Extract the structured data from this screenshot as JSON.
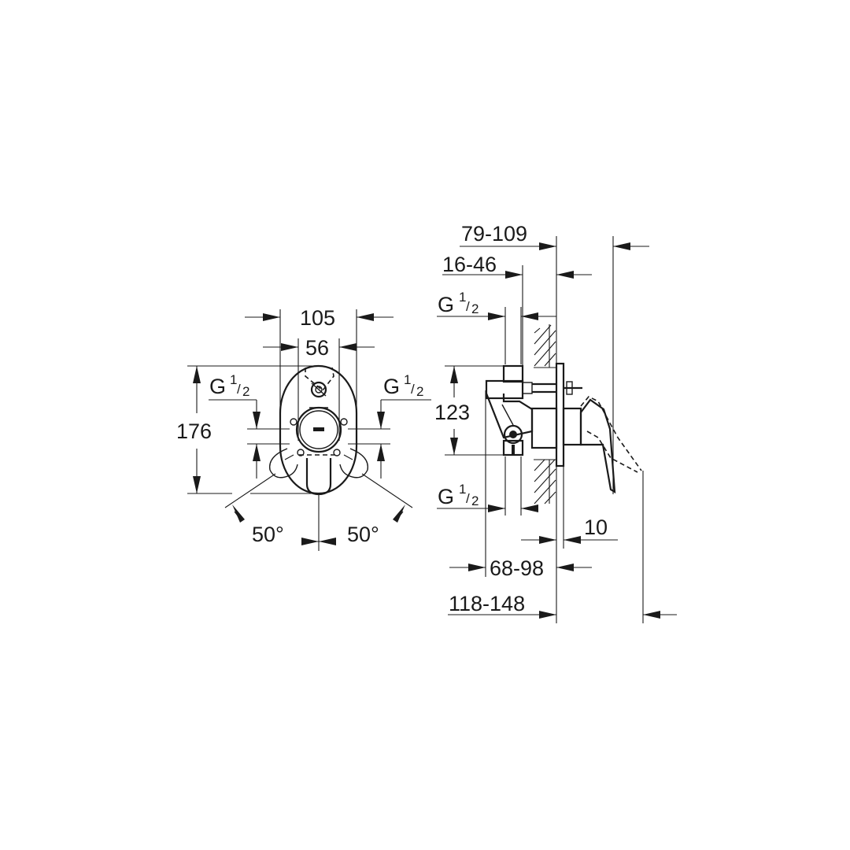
{
  "drawing": {
    "type": "technical dimension drawing",
    "subject": "concealed single-lever mixer with diverter",
    "units": "mm",
    "colors": {
      "background": "#ffffff",
      "line": "#1a1a1a"
    }
  },
  "front_view": {
    "width_outer": "105",
    "width_inner": "56",
    "height": "176",
    "thread_left": {
      "main": "G",
      "num": "1",
      "den": "2"
    },
    "thread_right": {
      "main": "G",
      "num": "1",
      "den": "2"
    },
    "angle_left": "50°",
    "angle_right": "50°"
  },
  "side_view": {
    "dim_top": "79-109",
    "dim_second": "16-46",
    "thread_top": {
      "main": "G",
      "num": "1",
      "den": "2"
    },
    "height": "123",
    "thread_bottom": {
      "main": "G",
      "num": "1",
      "den": "2"
    },
    "dim_plate": "10",
    "dim_middle": "68-98",
    "dim_bottom": "118-148"
  }
}
